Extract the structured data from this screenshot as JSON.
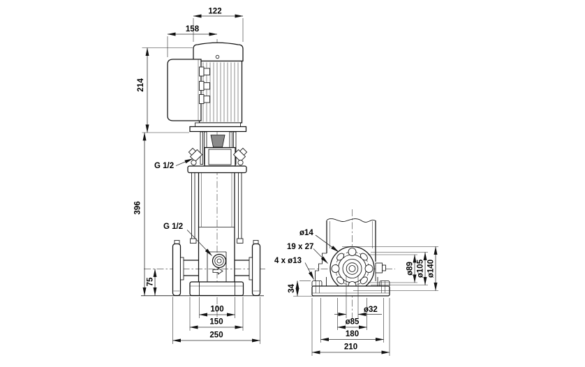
{
  "front_view": {
    "dim_width_top": "122",
    "dim_width_box": "158",
    "dim_motor_height": "214",
    "dim_pump_height": "396",
    "dim_port_centerline_height": "75",
    "vent_plug_label": "G 1/2",
    "drain_plug_label": "G 1/2",
    "dim_base_bolt_inner": "100",
    "dim_base_mid": "150",
    "dim_base_overall": "250"
  },
  "side_view": {
    "flange_hole_label": "ø14",
    "flange_slot_label": "19 x 27",
    "base_hole_label": "4 x ø13",
    "dim_base_height": "34",
    "dim_port_bore": "ø32",
    "dim_flange_face": "ø85",
    "dim_bolt_span": "180",
    "dim_base_depth": "210",
    "dim_flange_d89": "ø89",
    "dim_flange_d105": "ø105",
    "dim_flange_d140": "ø140"
  },
  "colors": {
    "line": "#111111",
    "dimension": "#2b2b2b",
    "background": "#ffffff"
  }
}
